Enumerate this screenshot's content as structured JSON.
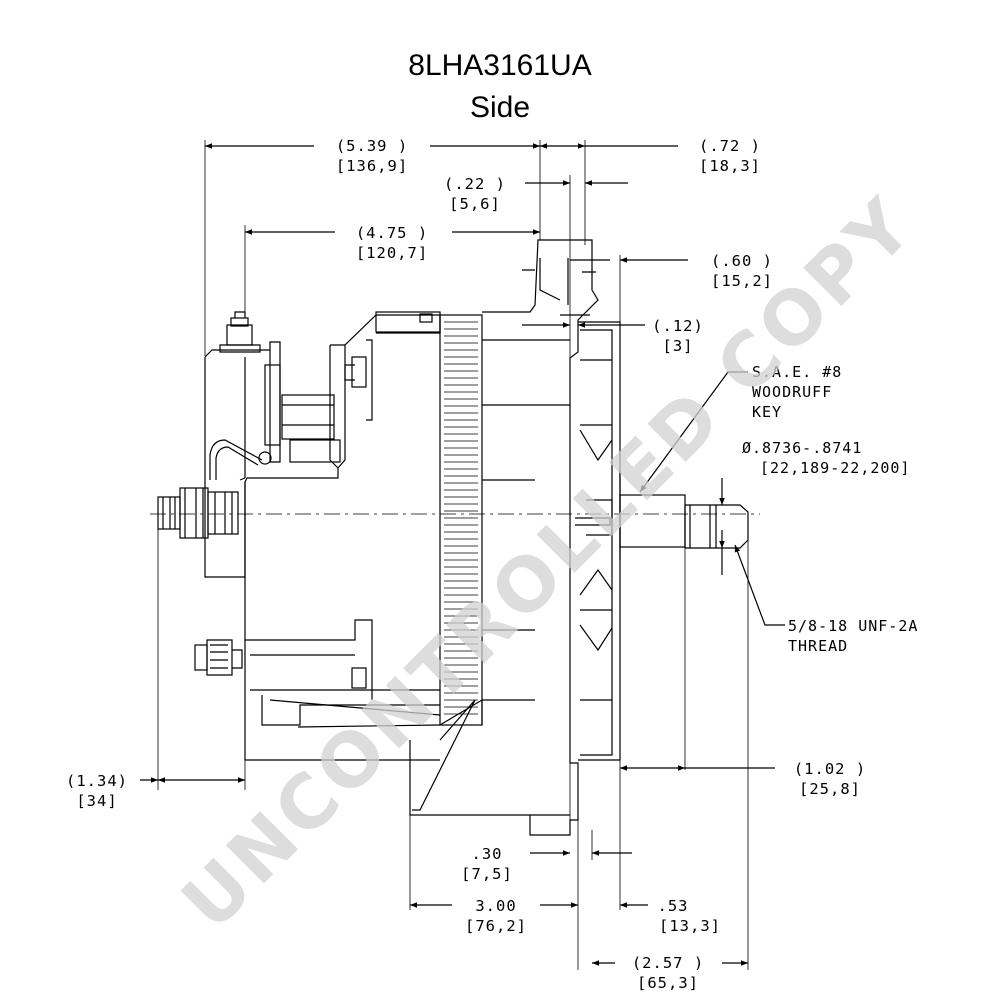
{
  "drawing": {
    "part_number": "8LHA3161UA",
    "view_name": "Side",
    "watermark": "UNCONTROLLED COPY"
  },
  "dimensions": {
    "d1": {
      "inch": "(5.39    )",
      "mm": "[136,9]"
    },
    "d2": {
      "inch": "(.72    )",
      "mm": "[18,3]"
    },
    "d3": {
      "inch": "(.22   )",
      "mm": "[5,6]"
    },
    "d4": {
      "inch": "(4.75    )",
      "mm": "[120,7]"
    },
    "d5": {
      "inch": "(.60   )",
      "mm": "[15,2]"
    },
    "d6": {
      "inch": "(.12)",
      "mm": "[3]"
    },
    "d7": {
      "inch": "(1.34)",
      "mm": "[34]"
    },
    "d8": {
      "inch": "(1.02    )",
      "mm": "[25,8]"
    },
    "d9": {
      "inch": ".30",
      "mm": "[7,5]"
    },
    "d10": {
      "inch": "3.00",
      "mm": "[76,2]"
    },
    "d11": {
      "inch": ".53",
      "mm": "[13,3]"
    },
    "d12": {
      "inch": "(2.57    )",
      "mm": "[65,3]"
    }
  },
  "callouts": {
    "key": {
      "line1": "S.A.E. #8",
      "line2": "WOODRUFF",
      "line3": "KEY"
    },
    "shaft": {
      "line1": "Ø.8736-.8741",
      "line2": "[22,189-22,200]"
    },
    "thread": {
      "line1": "5/8-18 UNF-2A",
      "line2": "THREAD"
    }
  }
}
